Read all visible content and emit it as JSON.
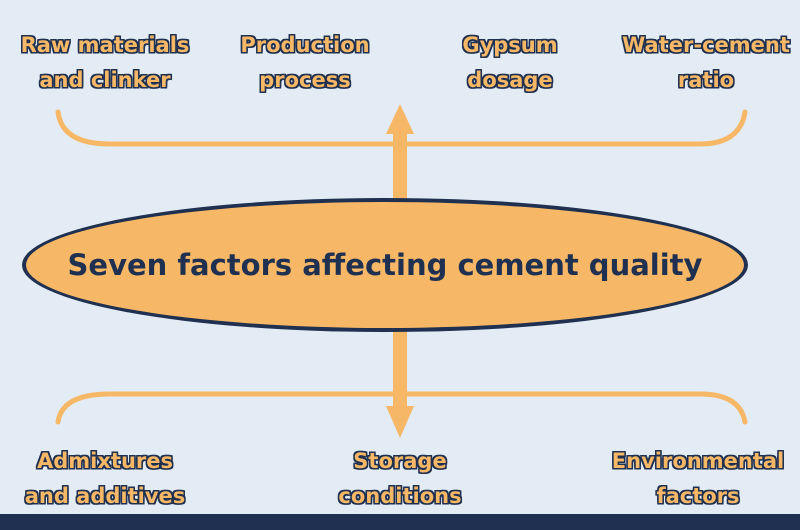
{
  "center": {
    "title": "Seven factors affecting cement quality"
  },
  "top_factors": [
    {
      "line1": "Raw materials",
      "line2": "and clinker"
    },
    {
      "line1": "Production",
      "line2": "process"
    },
    {
      "line1": "Gypsum",
      "line2": "dosage"
    },
    {
      "line1": "Water-cement",
      "line2": "ratio"
    }
  ],
  "bottom_factors": [
    {
      "line1": "Admixtures",
      "line2": "and additives"
    },
    {
      "line1": "Storage",
      "line2": "conditions"
    },
    {
      "line1": "Environmental",
      "line2": "factors"
    }
  ],
  "colors": {
    "accent": "#f6b866",
    "dark": "#1f3050",
    "background": "#e3ebf4"
  }
}
